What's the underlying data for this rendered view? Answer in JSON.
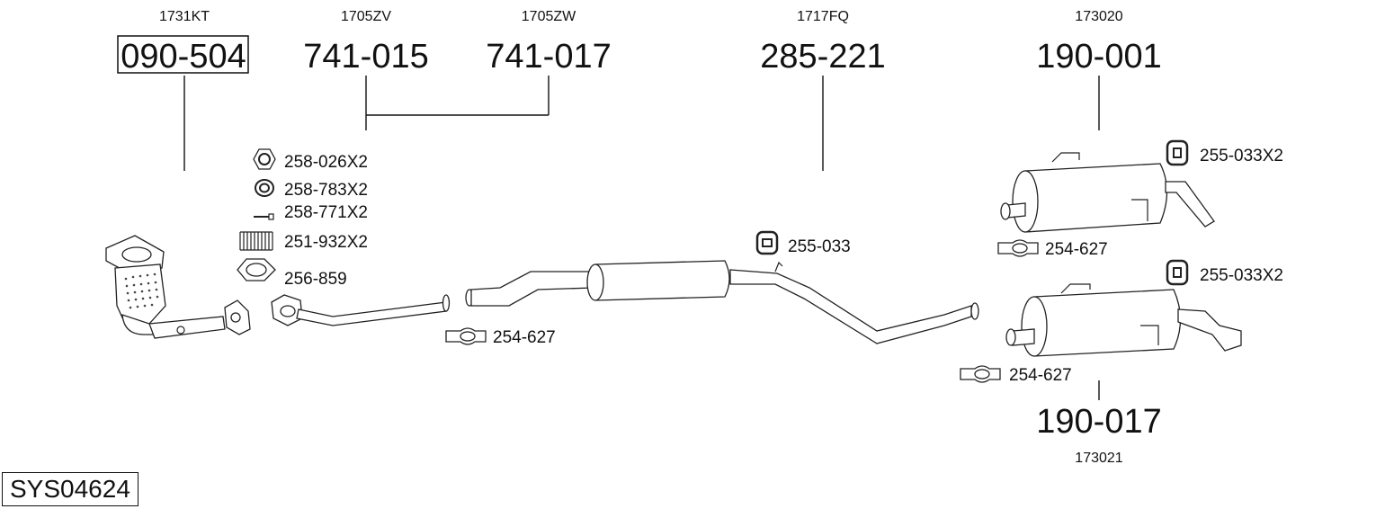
{
  "system_code": "SYS04624",
  "groups": [
    {
      "ref": "1731KT",
      "part": "090-504",
      "boxed": true
    },
    {
      "ref": "1705ZV",
      "part": "741-015"
    },
    {
      "ref": "1705ZW",
      "part": "741-017"
    },
    {
      "ref": "1717FQ",
      "part": "285-221"
    },
    {
      "ref": "173020",
      "part": "190-001"
    },
    {
      "ref": "173021",
      "part": "190-017"
    }
  ],
  "accessories": {
    "nut": "258-026X2",
    "washer": "258-783X2",
    "bolt": "258-771X2",
    "spring": "251-932X2",
    "gasket": "256-859",
    "clamp_front": "254-627",
    "hanger_mid": "255-033",
    "hanger_top": "255-033X2",
    "clamp_top": "254-627",
    "hanger_bottom": "255-033X2",
    "clamp_bottom": "254-627"
  }
}
